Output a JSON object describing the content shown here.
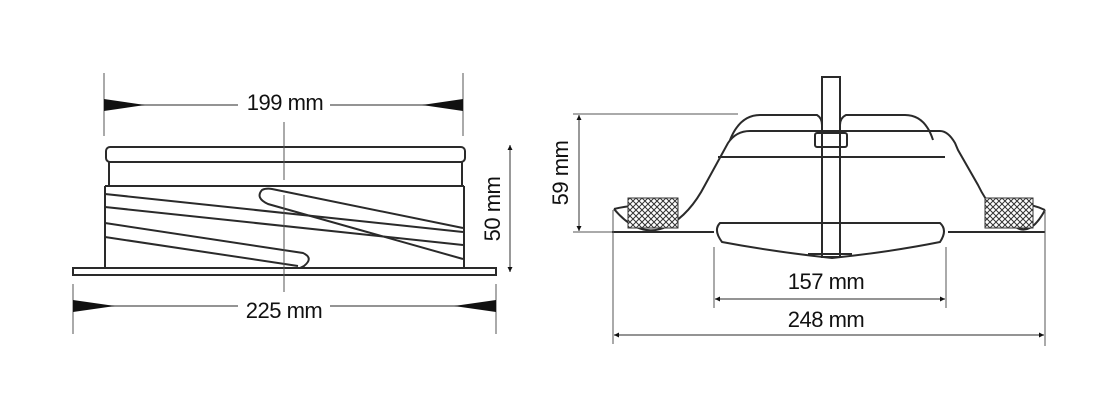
{
  "side_view": {
    "top_width": "199 mm",
    "flange_width": "225 mm",
    "height": "50 mm"
  },
  "section_view": {
    "height": "59 mm",
    "disc_width": "157 mm",
    "overall_width": "248 mm"
  },
  "colors": {
    "line": "#2a2a2a",
    "background": "#ffffff"
  }
}
